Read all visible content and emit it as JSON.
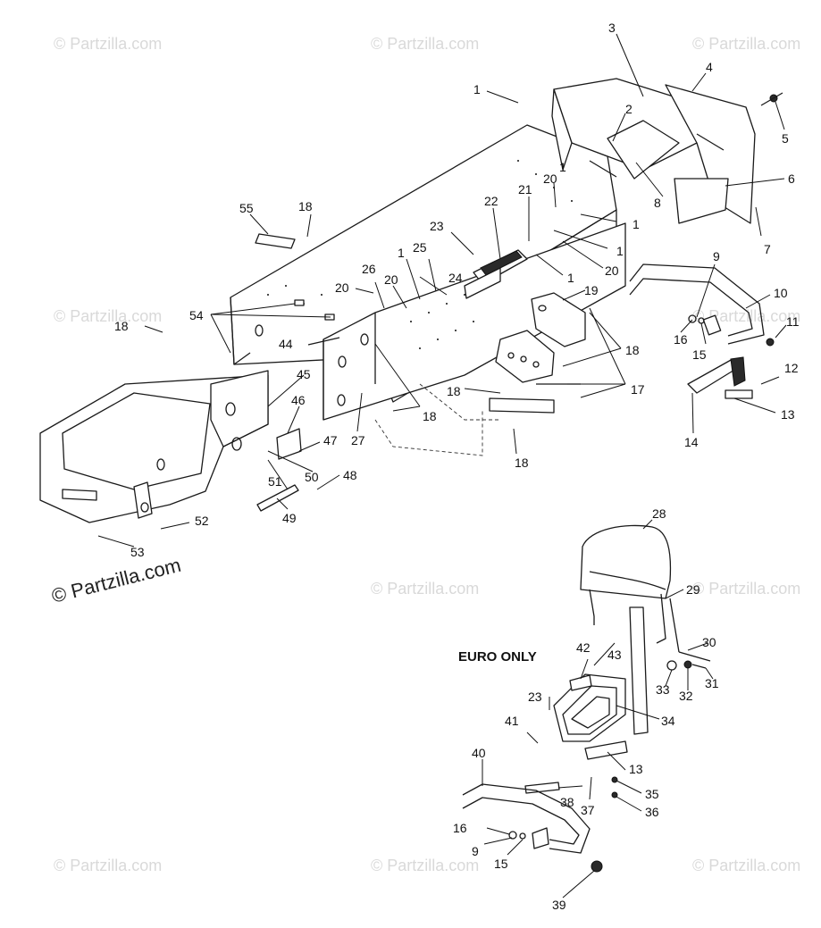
{
  "watermark": "© Partzilla.com",
  "section_label": "EURO ONLY",
  "callouts": [
    "1",
    "2",
    "3",
    "4",
    "5",
    "6",
    "7",
    "8",
    "9",
    "10",
    "11",
    "12",
    "13",
    "14",
    "15",
    "16",
    "17",
    "18",
    "19",
    "20",
    "21",
    "22",
    "23",
    "24",
    "25",
    "26",
    "27",
    "28",
    "29",
    "30",
    "31",
    "32",
    "33",
    "34",
    "35",
    "36",
    "37",
    "38",
    "39",
    "40",
    "41",
    "42",
    "43",
    "44",
    "45",
    "46",
    "47",
    "48",
    "49",
    "50",
    "51",
    "52",
    "53",
    "54",
    "55"
  ],
  "colors": {
    "line": "#1a1a1a",
    "watermark": "#d9d9d9",
    "background": "#ffffff"
  }
}
